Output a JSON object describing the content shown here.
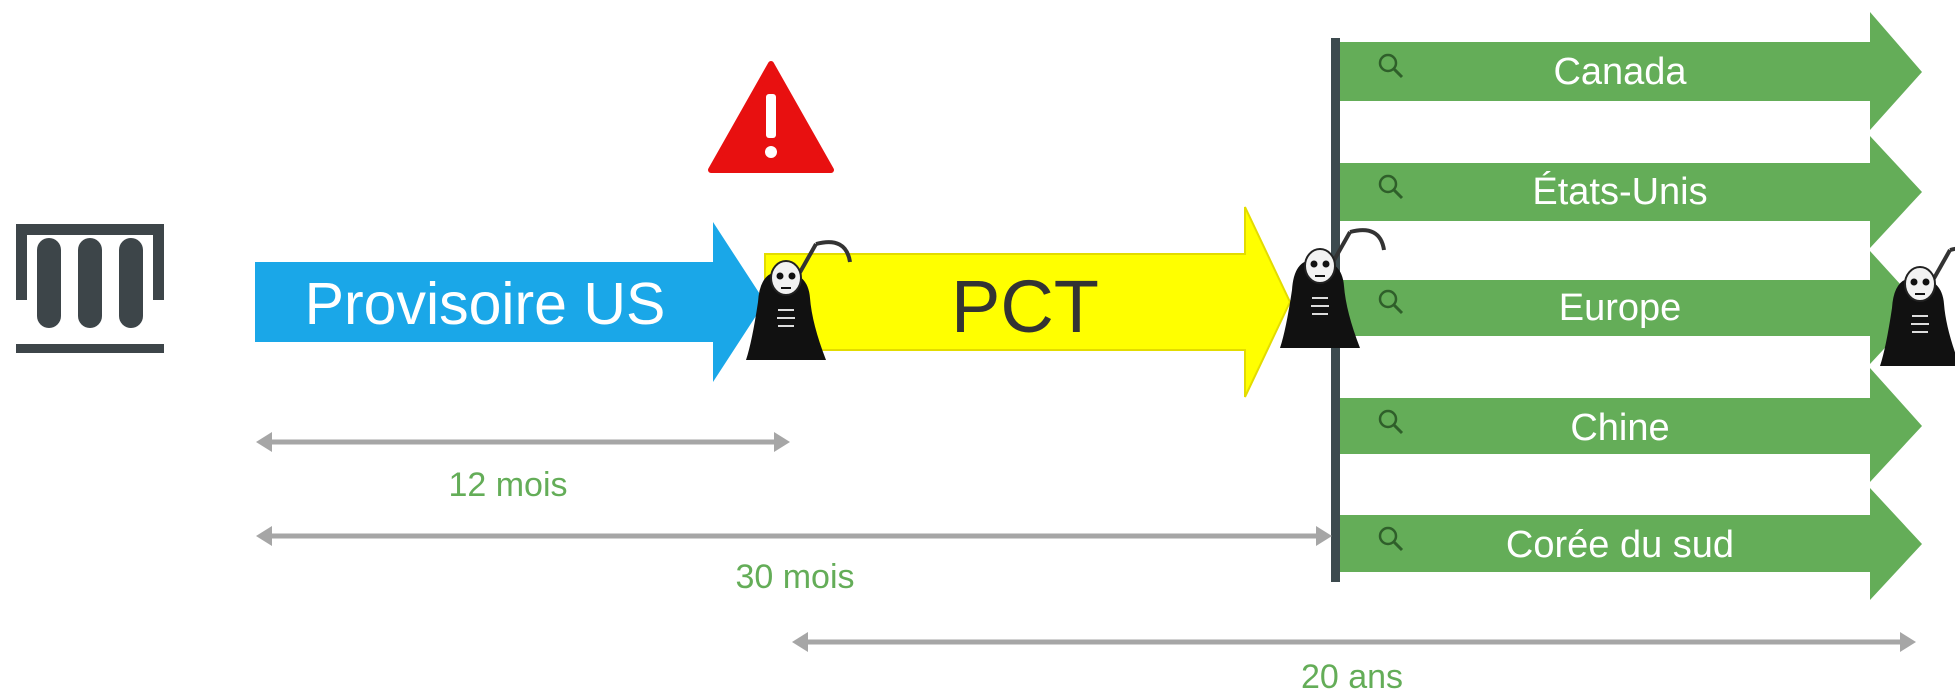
{
  "diagram": {
    "flow": {
      "provisional": {
        "label": "Provisoire US",
        "color": "#1aa7e8"
      },
      "pct": {
        "label": "PCT",
        "color": "#ffff00"
      }
    },
    "countries": [
      {
        "label": "Canada"
      },
      {
        "label": "États-Unis"
      },
      {
        "label": "Europe"
      },
      {
        "label": "Chine"
      },
      {
        "label": "Corée du sud"
      }
    ],
    "durations": [
      {
        "label": "12 mois"
      },
      {
        "label": "30 mois"
      },
      {
        "label": "20 ans"
      }
    ],
    "colors": {
      "country_arrow": "#64ad58",
      "duration_line": "#a6a6a6",
      "duration_text": "#64ad58",
      "warning": "#e81010",
      "divider": "#3c4a4e",
      "test_tubes": "#3d4549"
    },
    "icons": {
      "lab": "test-tubes-icon",
      "warning": "warning-triangle-icon",
      "deadline": "grim-reaper-icon",
      "search": "magnifier-icon"
    }
  }
}
